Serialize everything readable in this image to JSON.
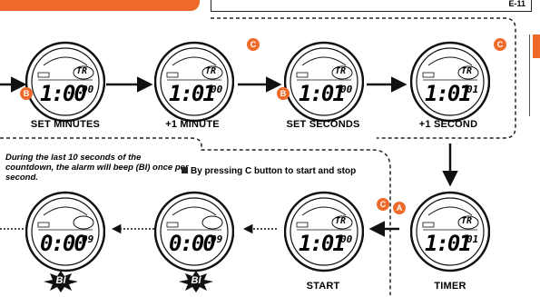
{
  "page_number": "E-11",
  "captions": [
    "SET MINUTES",
    "+1 MINUTE",
    "SET SECONDS",
    "+1 SECOND",
    "TIMER",
    "START"
  ],
  "note_countdown": "During the last 10 seconds of the countdown, the alarm will beep (BI) once per second.",
  "note_button": "By pressing C button to start and stop",
  "buttons": {
    "a": "A",
    "b": "B",
    "c": "C"
  },
  "beep_label": "BI",
  "watches": [
    {
      "main": "1:00",
      "small": "00",
      "top": "TR"
    },
    {
      "main": "1:01",
      "small": "00",
      "top": "TR"
    },
    {
      "main": "1:01",
      "small": "00",
      "top": "TR"
    },
    {
      "main": "1:01",
      "small": "01",
      "top": "TR"
    },
    {
      "main": "1:01",
      "small": "01",
      "top": "TR"
    },
    {
      "main": "1:01",
      "small": "00",
      "top": "TR"
    },
    {
      "main": "0:00",
      "small": "09",
      "top": ""
    },
    {
      "main": "0:00",
      "small": "09",
      "top": ""
    }
  ],
  "colors": {
    "accent": "#ee6a2a",
    "ink": "#111111"
  }
}
